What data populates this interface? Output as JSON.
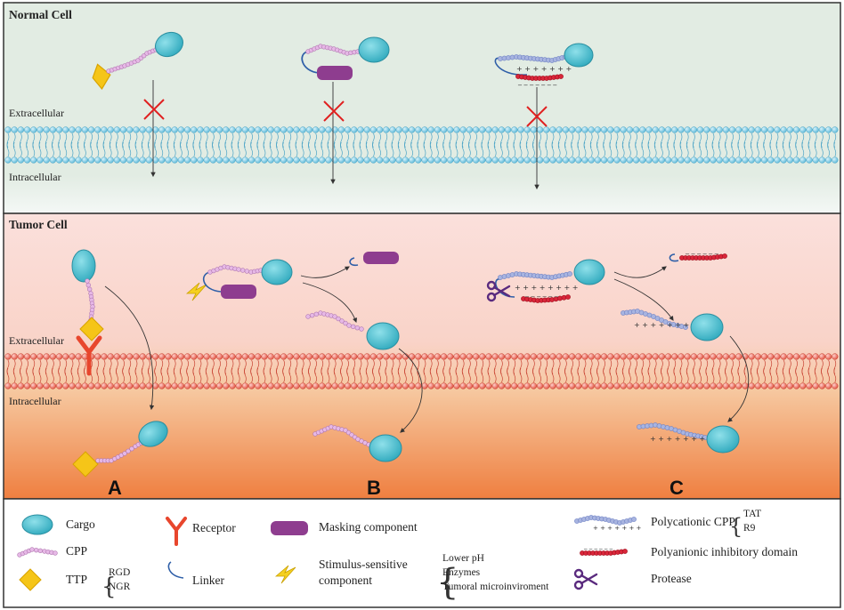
{
  "sections": {
    "normal": {
      "title": "Normal Cell",
      "extracellular": "Extracellular",
      "intracellular": "Intracellular"
    },
    "tumor": {
      "title": "Tumor Cell",
      "extracellular": "Extracellular",
      "intracellular": "Intracellular"
    }
  },
  "panels": [
    "A",
    "B",
    "C"
  ],
  "legend": {
    "cargo": "Cargo",
    "cpp": "CPP",
    "ttp": "TTP",
    "ttp_options": [
      "RGD",
      "NGR"
    ],
    "receptor": "Receptor",
    "linker": "Linker",
    "masking": "Masking component",
    "stimulus_line1": "Stimulus-sensitive",
    "stimulus_line2": "component",
    "stimulus_options": [
      "Lower pH",
      "Enzymes",
      "Tumoral microinviroment"
    ],
    "polycationic": "Polycationic CPP",
    "polycationic_options": [
      "TAT",
      "R9"
    ],
    "polyanionic": "Polyanionic inhibitory domain",
    "protease": "Protease"
  },
  "colors": {
    "normal_bg": "#e3ede4",
    "tumor_bg_top": "#f9d7d3",
    "tumor_bg_bottom": "#f08a4c",
    "cargo": "#4fc0d0",
    "cpp": "#d9a6d9",
    "ttp": "#f5c518",
    "receptor": "#e8462d",
    "masking": "#8e3d8f",
    "linker": "#2f5fa8",
    "poly_cationic": "#a8b4e0",
    "poly_anionic": "#d9263a",
    "protease": "#5a2a7e",
    "cross": "#e02020"
  }
}
